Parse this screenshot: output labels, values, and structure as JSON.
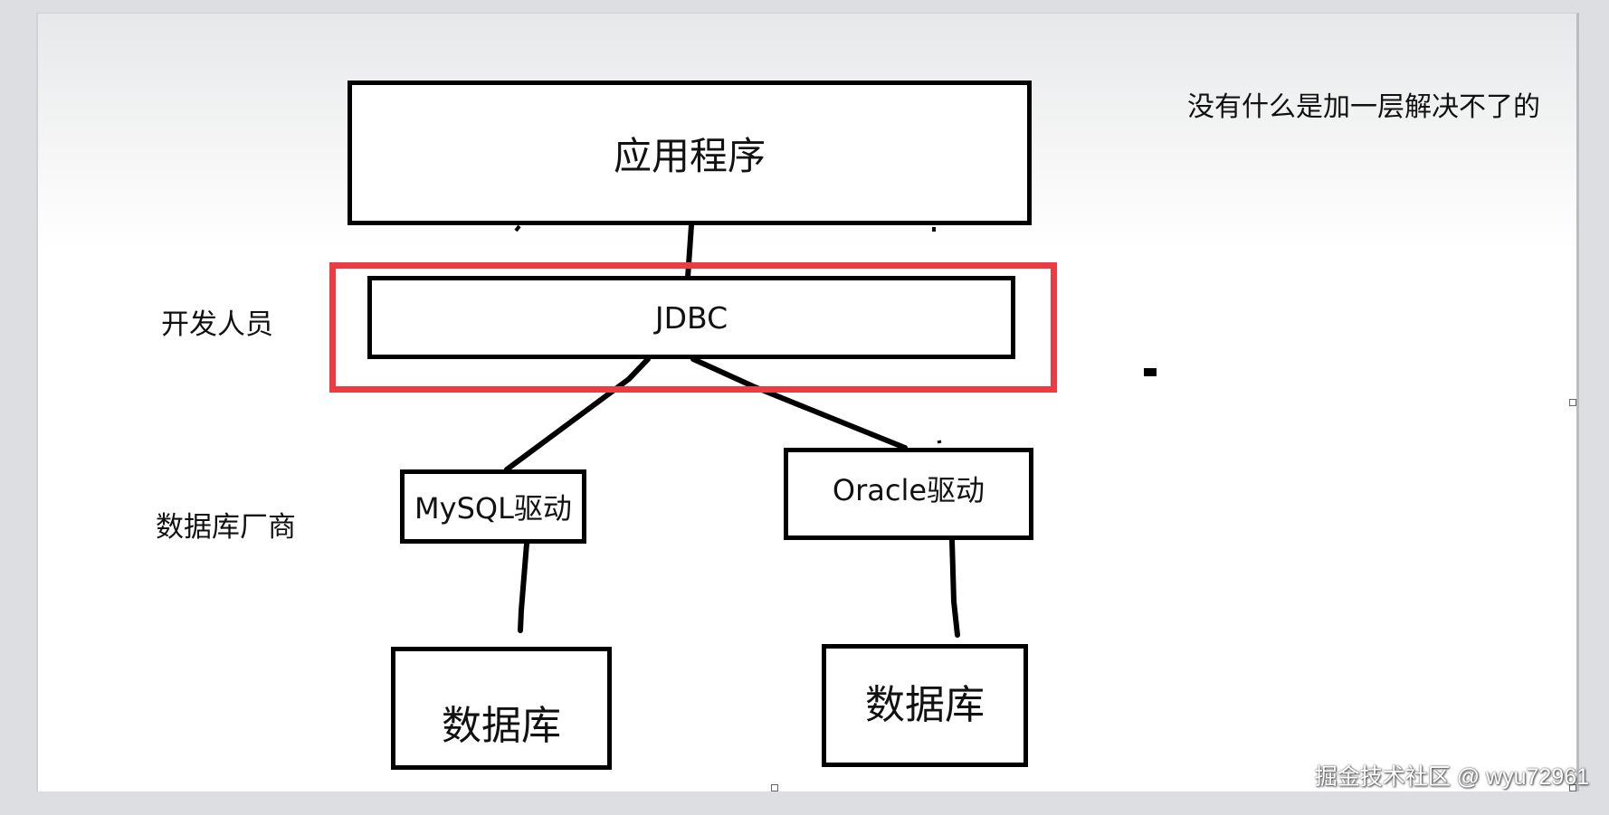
{
  "diagram": {
    "nodes": {
      "app": "应用程序",
      "jdbc": "JDBC",
      "mysql_driver": "MySQL驱动",
      "oracle_driver": "Oracle驱动",
      "database_left": "数据库",
      "database_right": "数据库"
    },
    "labels": {
      "developer": "开发人员",
      "vendor": "数据库厂商",
      "slogan": "没有什么是加一层解决不了的"
    },
    "edges": [
      [
        "app",
        "jdbc"
      ],
      [
        "jdbc",
        "mysql_driver"
      ],
      [
        "jdbc",
        "oracle_driver"
      ],
      [
        "mysql_driver",
        "database_left"
      ],
      [
        "oracle_driver",
        "database_right"
      ]
    ],
    "highlight": {
      "node": "jdbc",
      "color": "#ec3b42"
    }
  },
  "watermark": "掘金技术社区 @ wyu72961"
}
